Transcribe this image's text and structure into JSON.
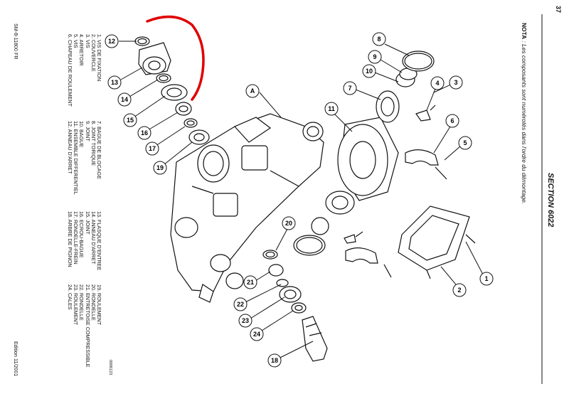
{
  "header": {
    "section": "SECTION 6022",
    "nota_label": "NOTA",
    "nota_text": " : Les composants sont numérotés dans l'ordre du démontage.",
    "page_number": "37"
  },
  "footer": {
    "document_code": "SM-8-11800 FR",
    "edition": "Edition 11/2001",
    "figure_code": "0006123"
  },
  "legend": {
    "col1": [
      "1. VIS DE FIXATION",
      "2. COUVERCLE",
      "3. VIS",
      "4. ARRETOIR",
      "5. VIS",
      "6. CHAPEAU DE ROULEMENT"
    ],
    "col2": [
      "7. BAGUE DE BLOCAGE",
      "8. JOINT TORIQUE",
      "9. JOINT",
      "10. BAGUE",
      "11. ENSEMBLE DIFFERENTIEL",
      "12. ANNEAU D'ARRET"
    ],
    "col3": [
      "13. FLASQUE D'ENTREE",
      "14. ANNEAU D'ARRET",
      "15. JOINT",
      "16. ECROU-BAGUE",
      "17. RONDELLE-FREIN",
      "18. ARBRE DE PIGNON"
    ],
    "col4": [
      "19. ROULEMENT",
      "20. RONDELLE",
      "21. ENTRETOISE COMPRESSIBLE",
      "22. RONDELLE",
      "23. ROULEMENT",
      "24. CALES"
    ]
  },
  "diagram": {
    "housing_label": "A",
    "callouts": [
      "1",
      "2",
      "3",
      "4",
      "5",
      "6",
      "7",
      "8",
      "9",
      "10",
      "11",
      "12",
      "13",
      "14",
      "15",
      "16",
      "17",
      "18",
      "19",
      "20",
      "21",
      "22",
      "23",
      "24"
    ]
  },
  "colors": {
    "annotation": "#e00000",
    "ink": "#111111"
  }
}
